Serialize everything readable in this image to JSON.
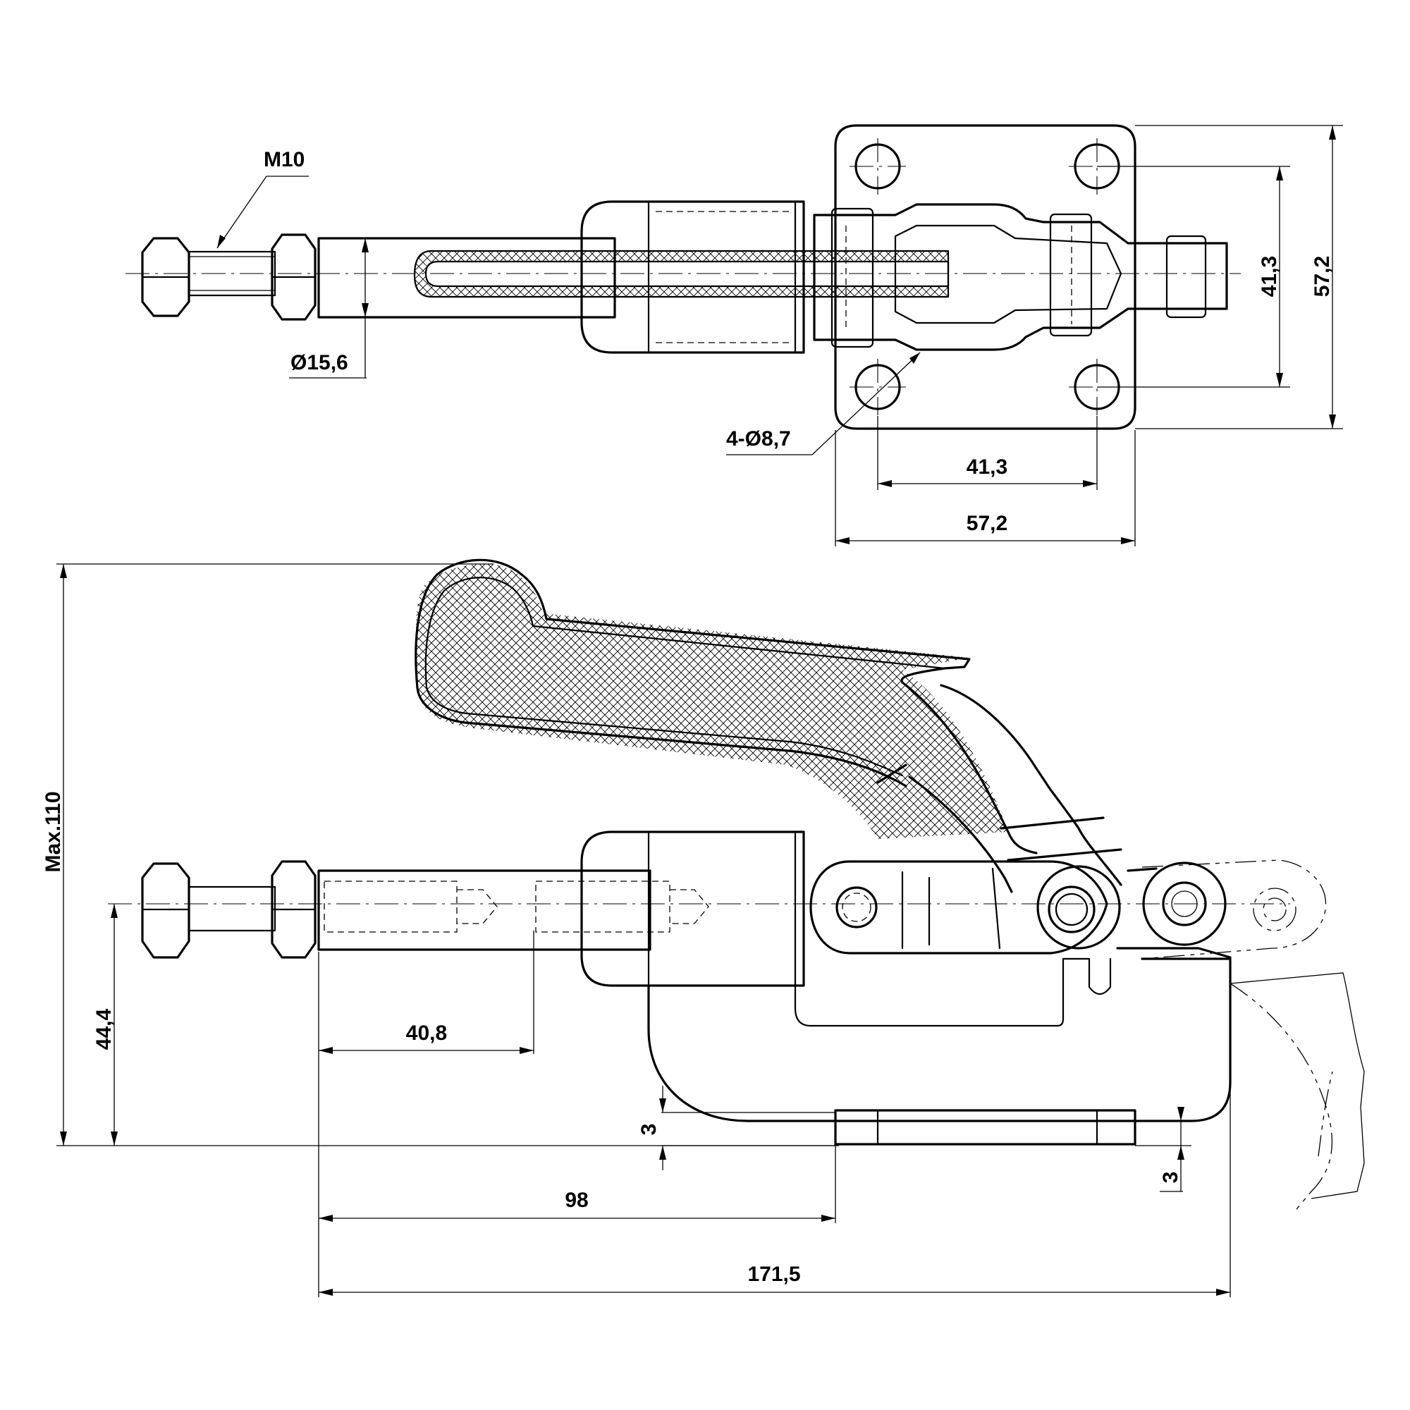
{
  "top_view": {
    "thread_label": "M10",
    "shaft_diameter_label": "Ø15,6",
    "holes_label": "4-Ø8,7",
    "hole_spacing_horizontal_label": "41,3",
    "base_width_label": "57,2",
    "hole_spacing_vertical_label": "41,3",
    "base_height_label": "57,2"
  },
  "side_view": {
    "max_height_label": "Max.110",
    "axis_height_label": "44,4",
    "stroke_label": "40,8",
    "to_base_label": "98",
    "overall_length_label": "171,5",
    "base_thickness_left_label": "3",
    "base_thickness_right_label": "3"
  }
}
